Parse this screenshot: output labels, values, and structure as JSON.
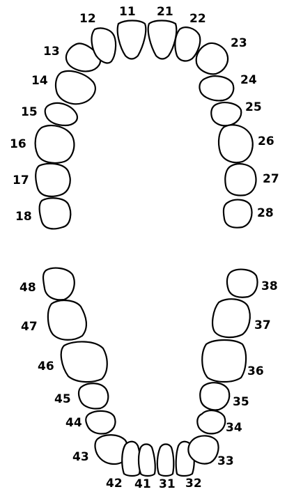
{
  "title": "",
  "colors": {
    "outline": "#000000",
    "fill": "#ffffff",
    "background": "#ffffff"
  },
  "upper_right": [
    "18",
    "17",
    "16",
    "15",
    "14",
    "13",
    "12",
    "11"
  ],
  "upper_left": [
    "21",
    "22",
    "23",
    "24",
    "25",
    "26",
    "27",
    "28"
  ],
  "lower_left": [
    "31",
    "32",
    "33",
    "34",
    "35",
    "36",
    "37",
    "38"
  ],
  "lower_right": [
    "41",
    "42",
    "43",
    "44",
    "45",
    "46",
    "47",
    "48"
  ]
}
